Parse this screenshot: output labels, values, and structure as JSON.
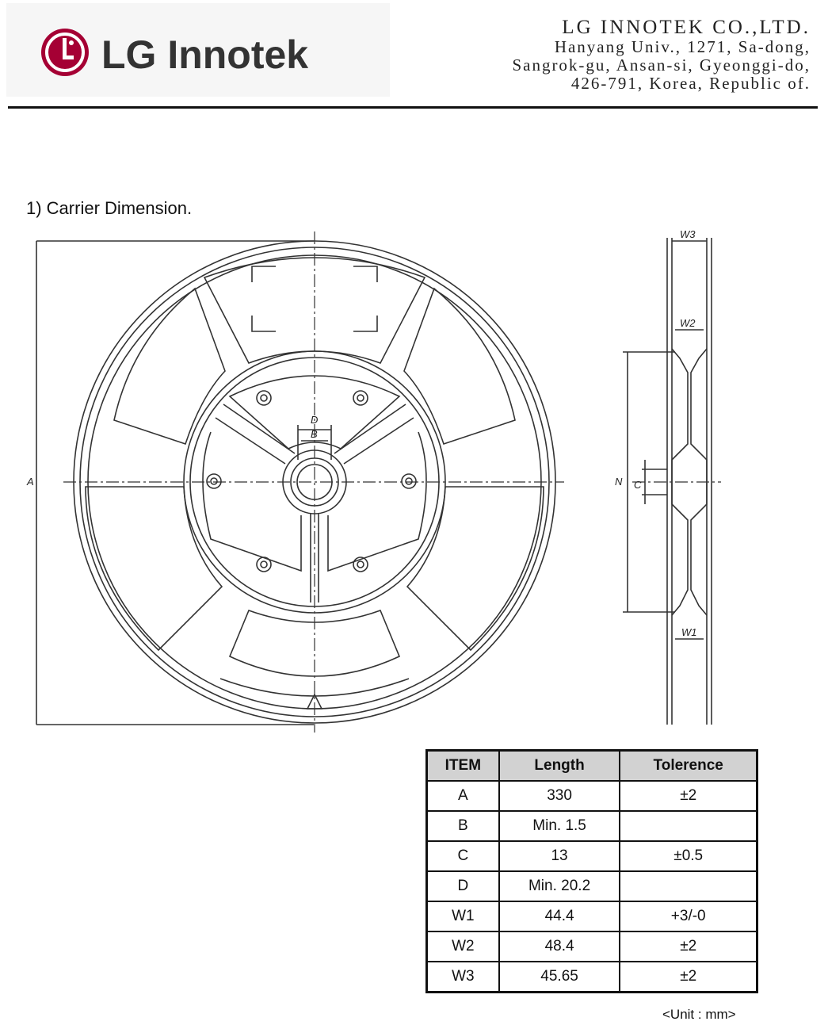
{
  "header": {
    "brand": "LG Innotek",
    "company_name": "LG INNOTEK CO.,LTD.",
    "address_lines": [
      "Hanyang Univ., 1271, Sa-dong,",
      "Sangrok-gu, Ansan-si, Gyeonggi-do,",
      "426-791, Korea, Republic of."
    ],
    "brand_color": "#a50034"
  },
  "section": {
    "title": "1) Carrier Dimension."
  },
  "drawing_labels": {
    "a": "A",
    "b": "B",
    "c": "C",
    "d": "D",
    "n": "N",
    "w1": "W1",
    "w2": "W2",
    "w3": "W3"
  },
  "table": {
    "headers": [
      "ITEM",
      "Length",
      "Tolerence"
    ],
    "rows": [
      [
        "A",
        "330",
        "±2"
      ],
      [
        "B",
        "Min. 1.5",
        ""
      ],
      [
        "C",
        "13",
        "±0.5"
      ],
      [
        "D",
        "Min. 20.2",
        ""
      ],
      [
        "W1",
        "44.4",
        "+3/-0"
      ],
      [
        "W2",
        "48.4",
        "±2"
      ],
      [
        "W3",
        "45.65",
        "±2"
      ]
    ]
  },
  "unit_note": "<Unit : mm>"
}
